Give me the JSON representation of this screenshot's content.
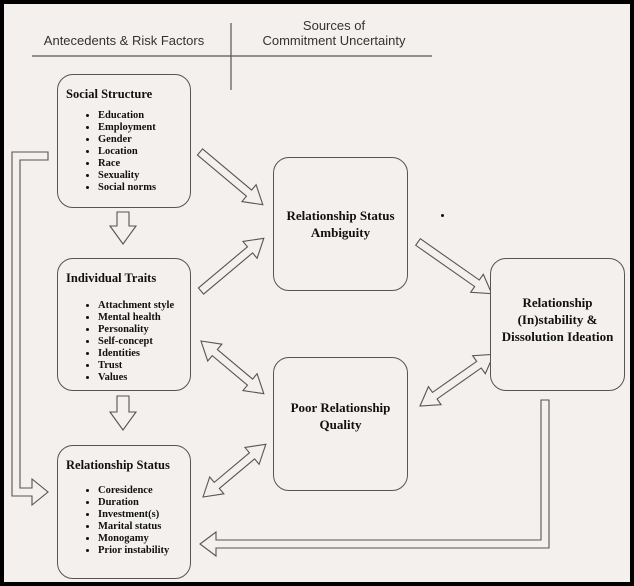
{
  "headers": {
    "left": "Antecedents & Risk Factors",
    "right_line1": "Sources of",
    "right_line2": "Commitment Uncertainty"
  },
  "boxes": {
    "social_structure": {
      "title": "Social Structure",
      "items": [
        "Education",
        "Employment",
        "Gender",
        "Location",
        "Race",
        "Sexuality",
        "Social norms"
      ]
    },
    "individual_traits": {
      "title": "Individual Traits",
      "items": [
        "Attachment style",
        "Mental health",
        "Personality",
        "Self-concept",
        "Identities",
        "Trust",
        "Values"
      ]
    },
    "relationship_status": {
      "title": "Relationship Status",
      "items": [
        "Coresidence",
        "Duration",
        "Investment(s)",
        "Marital status",
        "Monogamy",
        "Prior instability"
      ]
    },
    "ambiguity": {
      "line1": "Relationship Status",
      "line2": "Ambiguity"
    },
    "quality": {
      "line1": "Poor Relationship",
      "line2": "Quality"
    },
    "instability": {
      "line1": "Relationship",
      "line2": "(In)stability &",
      "line3": "Dissolution Ideation"
    }
  },
  "colors": {
    "background": "#f3f0ed",
    "frame": "#000000",
    "stroke": "#555555",
    "text": "#111111"
  }
}
